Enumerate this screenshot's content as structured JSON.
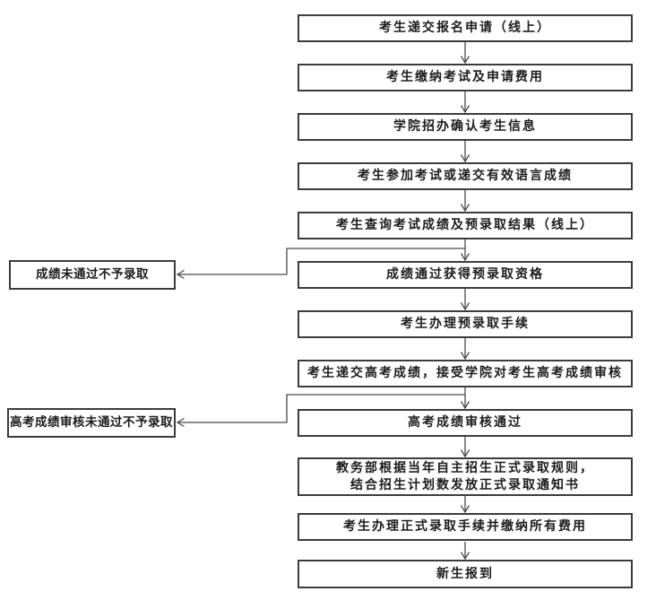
{
  "flow": {
    "steps": [
      {
        "label": "考生递交报名申请（线上）"
      },
      {
        "label": "考生缴纳考试及申请费用"
      },
      {
        "label": "学院招办确认考生信息"
      },
      {
        "label": "考生参加考试或递交有效语言成绩"
      },
      {
        "label": "考生查询考试成绩及预录取结果（线上）"
      },
      {
        "label": "成绩通过获得预录取资格"
      },
      {
        "label": "考生办理预录取手续"
      },
      {
        "label": "考生递交高考成绩，接受学院对考生高考成绩审核"
      },
      {
        "label": "高考成绩审核通过"
      },
      {
        "label": "教务部根据当年自主招生正式录取规则，\n结合招生计划数发放正式录取通知书"
      },
      {
        "label": "考生办理正式录取手续并缴纳所有费用"
      },
      {
        "label": "新生报到"
      }
    ],
    "rejects": [
      {
        "label": "成绩未通过不予录取"
      },
      {
        "label": "高考成绩审核未通过不予录取"
      }
    ]
  },
  "colors": {
    "line": "#4a4a4a",
    "box_border": "#3c3c3c",
    "background": "#ffffff",
    "text": "#1c1c1c"
  }
}
